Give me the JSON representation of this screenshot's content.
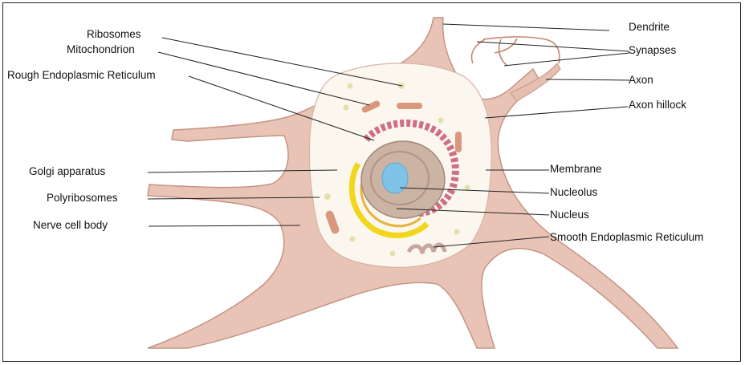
{
  "labels": {
    "dendrite": "Dendrite",
    "synapses": "Synapses",
    "axon": "Axon",
    "axon_hillock": "Axon hillock",
    "ribosomes": "Ribosomes",
    "mitochondrion": "Mitochondrion",
    "rough_er": "Rough Endoplasmic Reticulum",
    "golgi": "Golgi apparatus",
    "polyribosomes": "Polyribosomes",
    "nerve_cell_body": "Nerve cell body",
    "membrane": "Membrane",
    "nucleolus": "Nucleolus",
    "nucleus": "Nucleus",
    "smooth_er": "Smooth Endoplasmic Reticulum"
  },
  "colors": {
    "membrane": "#e9c4b6",
    "membrane_edge": "#c49484",
    "cytoplasm": "#fbf7ef",
    "nucleus": "#cbb4a4",
    "nucleolus": "#7fc4e8",
    "rough_er": "#cf6f86",
    "golgi": "#f2d61b",
    "mitochondria": "#d9977e",
    "ribosome": "#dfe3a8"
  }
}
